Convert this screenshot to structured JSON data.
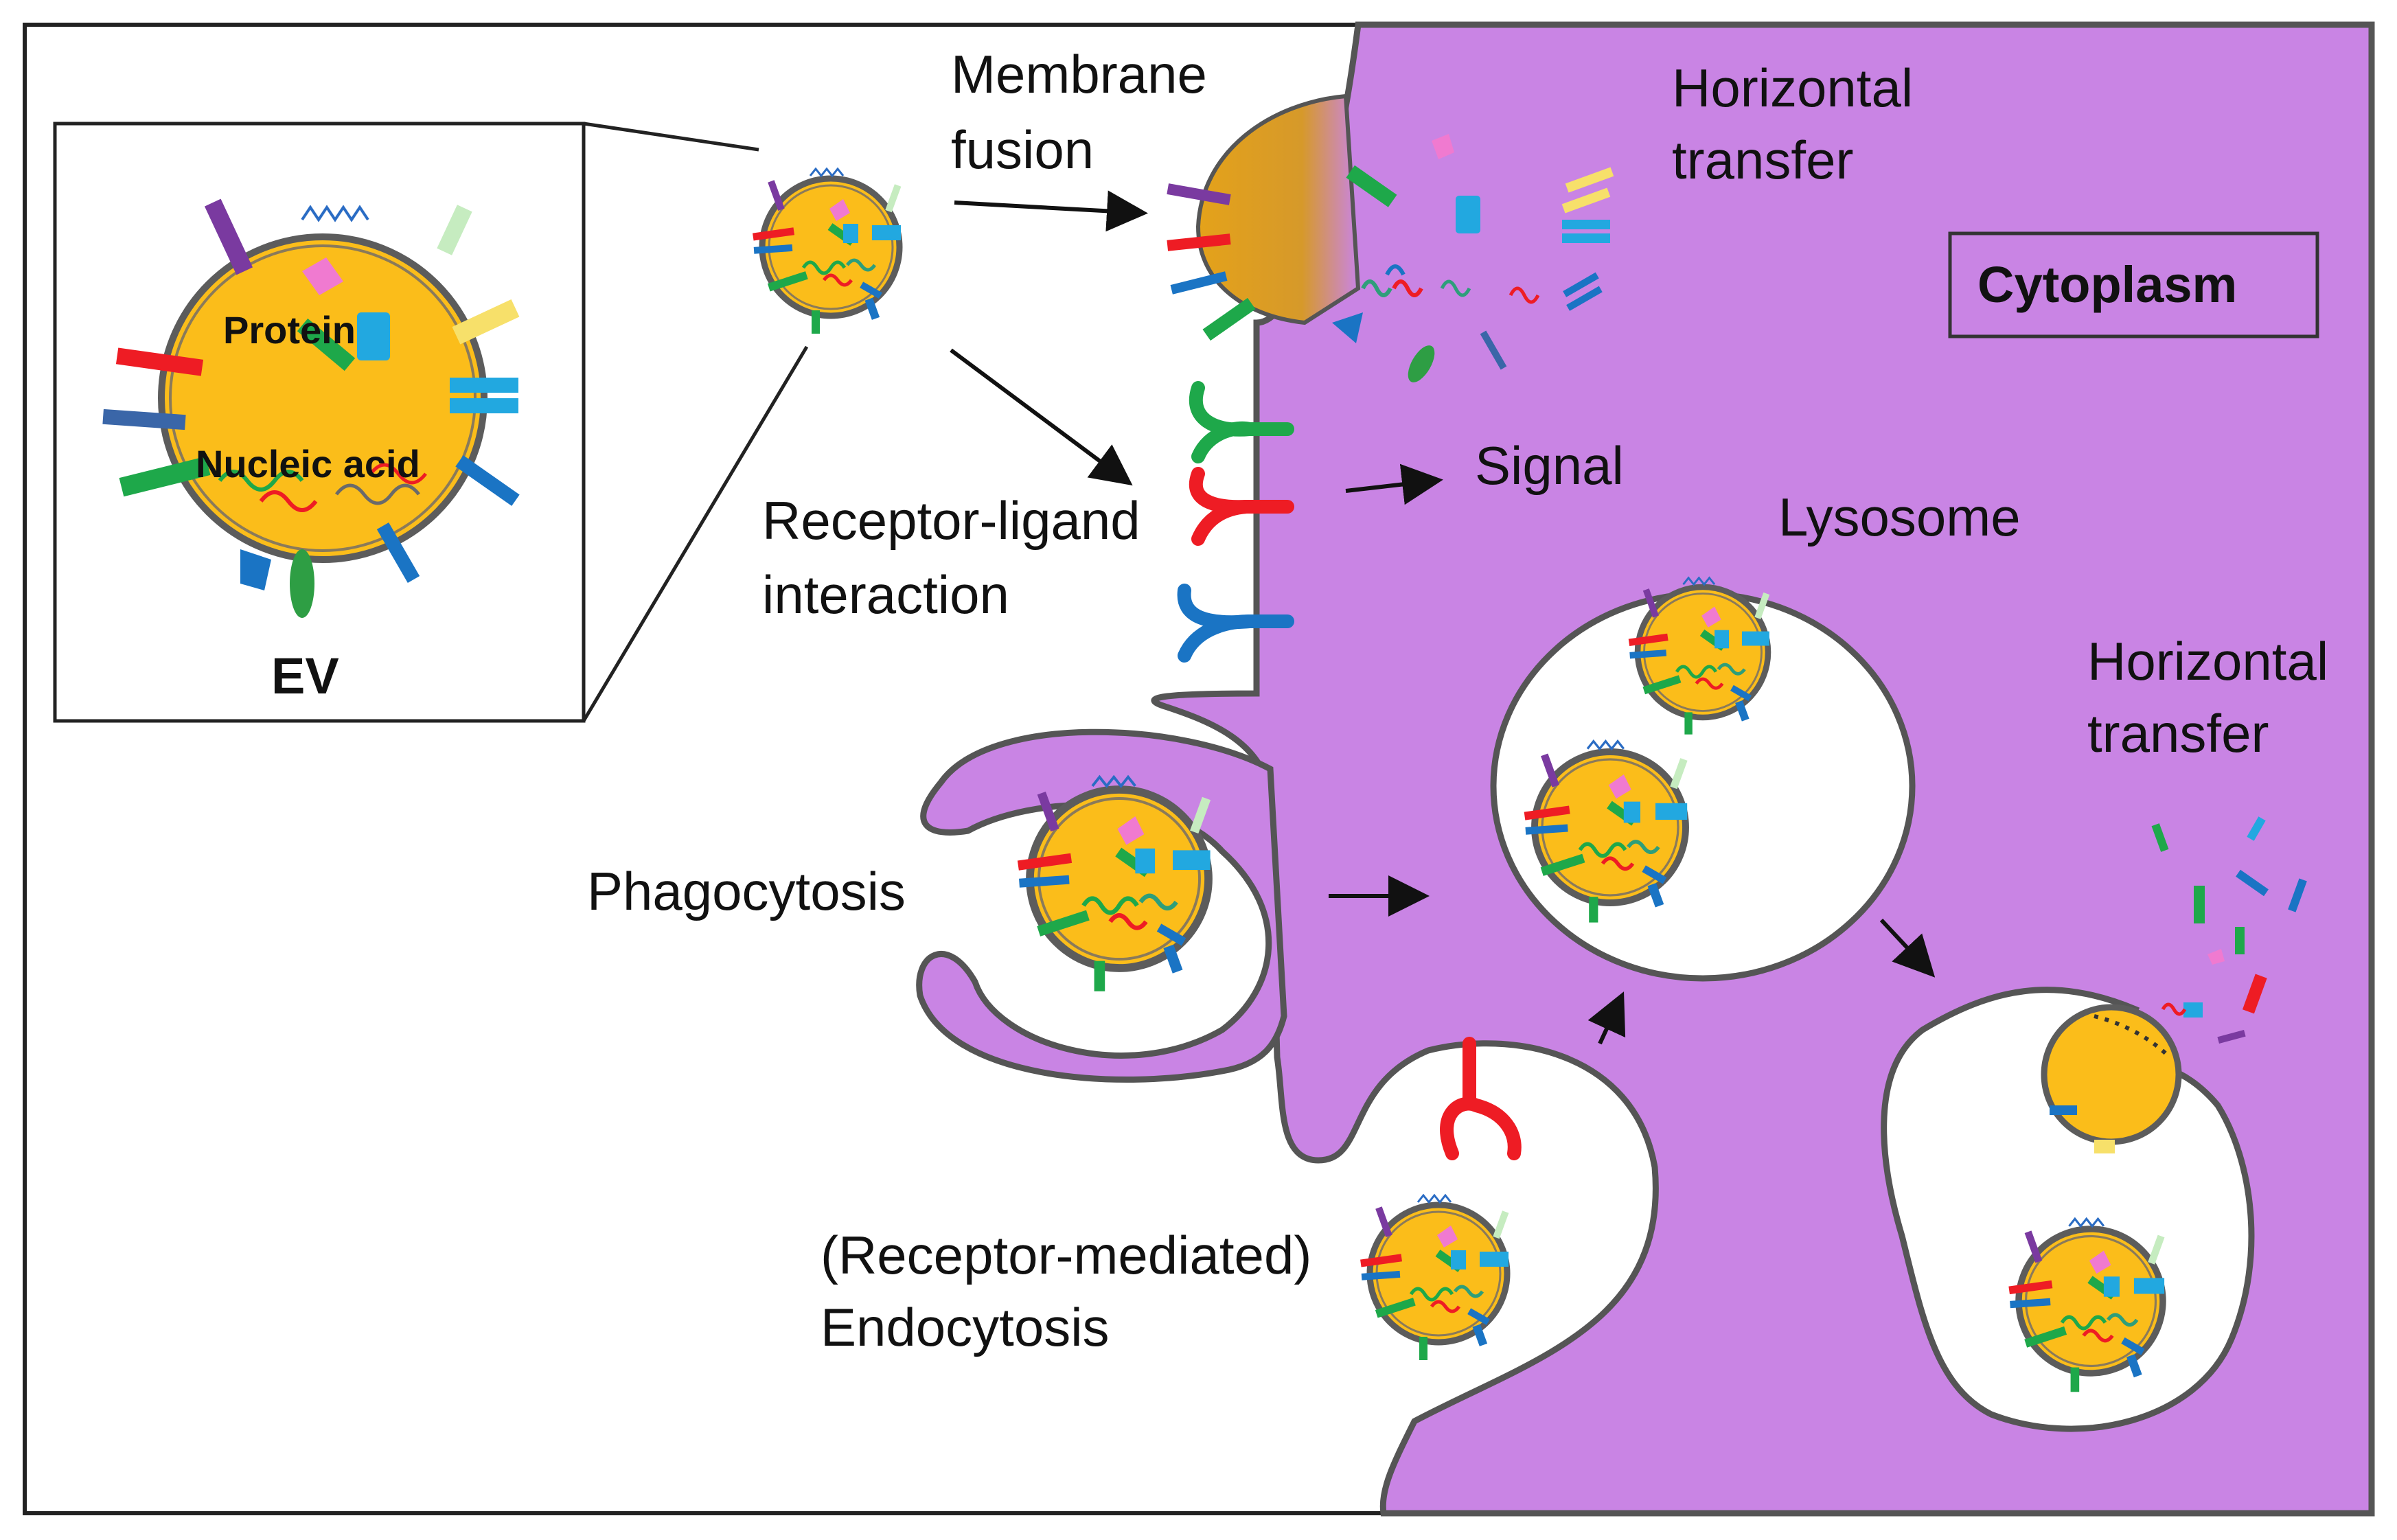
{
  "labels": {
    "membrane_fusion_1": "Membrane",
    "membrane_fusion_2": "fusion",
    "horizontal_transfer_top_1": "Horizontal",
    "horizontal_transfer_top_2": "transfer",
    "cytoplasm": "Cytoplasm",
    "receptor_ligand_1": "Receptor-ligand",
    "receptor_ligand_2": "interaction",
    "signal": "Signal",
    "lysosome": "Lysosome",
    "horizontal_transfer_right_1": "Horizontal",
    "horizontal_transfer_right_2": "transfer",
    "phagocytosis": "Phagocytosis",
    "endocytosis_1": "(Receptor-mediated)",
    "endocytosis_2": "Endocytosis",
    "ev_protein": "Protein",
    "ev_nucleic_acid": "Nucleic acid",
    "ev": "EV"
  },
  "colors": {
    "cytoplasm": "#c984e4",
    "ev_core": "#fbbd1a",
    "receptor_green": "#1ea84a",
    "receptor_red": "#ee1c24",
    "receptor_blue": "#1a74c4",
    "outline": "#555555"
  }
}
